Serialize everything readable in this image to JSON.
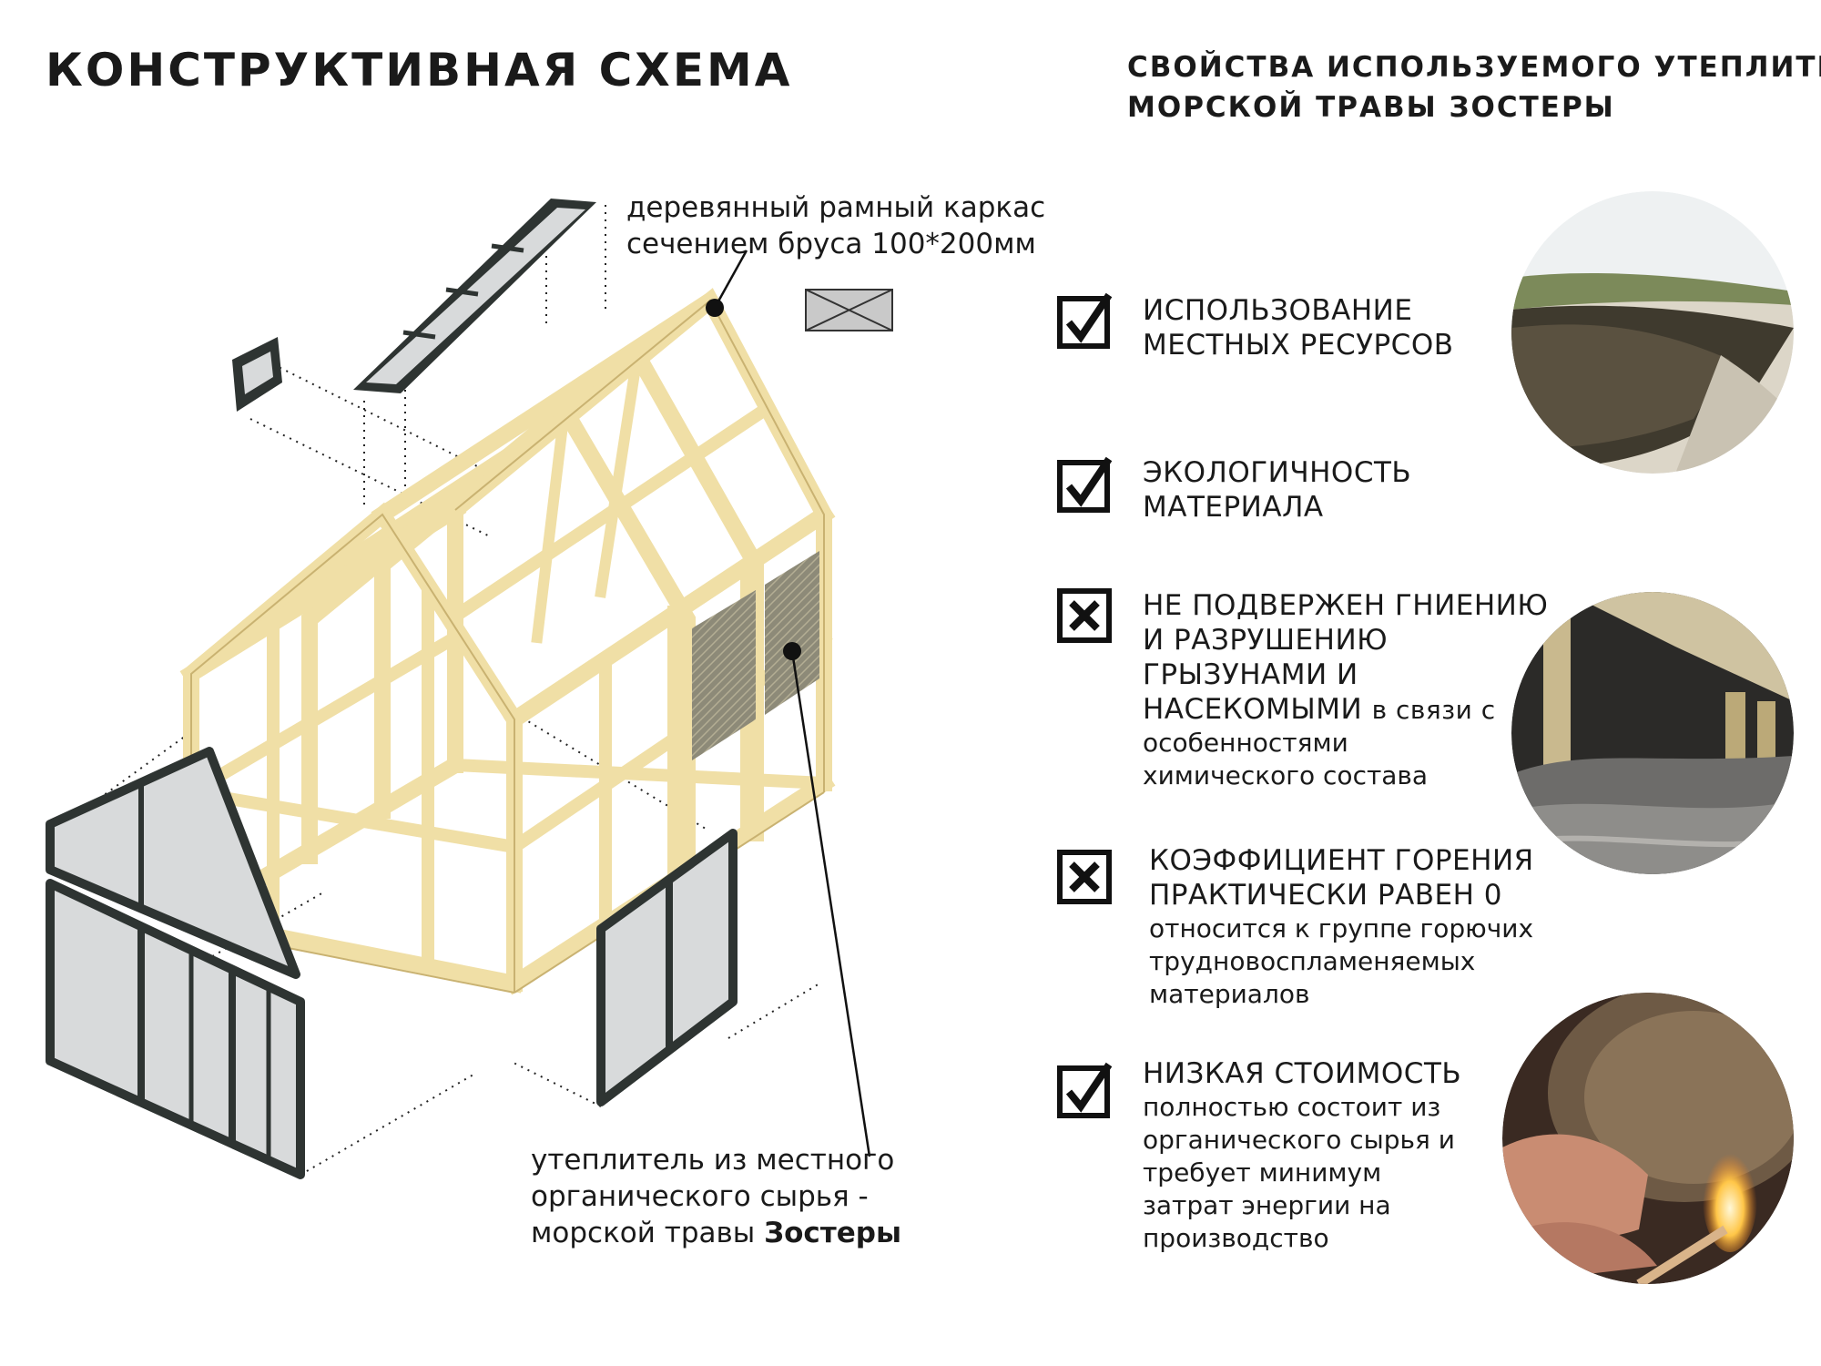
{
  "header": {
    "title_left": "КОНСТРУКТИВНАЯ СХЕМА",
    "title_right_line1": "СВОЙСТВА ИСПОЛЬЗУЕМОГО УТЕПЛИТЕЛЯ-",
    "title_right_line2": "МОРСКОЙ ТРАВЫ ЗОСТЕРЫ"
  },
  "diagram": {
    "frame_label_line1": "деревянный рамный каркас",
    "frame_label_line2": "сечением бруса 100*200мм",
    "insulation_label_line1": "утеплитель из местного",
    "insulation_label_line2": "органического сырья -",
    "insulation_label_line3_prefix": "морской травы ",
    "insulation_label_line3_bold": "Зостеры"
  },
  "properties": [
    {
      "check": "check",
      "heading_lines": [
        "ИСПОЛЬЗОВАНИЕ",
        "МЕСТНЫХ РЕСУРСОВ"
      ],
      "desc_lines": []
    },
    {
      "check": "check",
      "heading_lines": [
        "ЭКОЛОГИЧНОСТЬ",
        "МАТЕРИАЛА"
      ],
      "desc_lines": []
    },
    {
      "check": "cross",
      "heading_lines": [
        "НЕ ПОДВЕРЖЕН ГНИЕНИЮ",
        "И РАЗРУШЕНИЮ",
        "ГРЫЗУНАМИ И",
        "НАСЕКОМЫМИ"
      ],
      "desc_inline": "в связи с",
      "desc_lines": [
        "особенностями",
        "химического состава"
      ]
    },
    {
      "check": "cross",
      "heading_lines": [
        "КОЭФФИЦИЕНТ ГОРЕНИЯ",
        "ПРАКТИЧЕСКИ РАВЕН 0"
      ],
      "desc_lines": [
        "относится к группе горючих",
        "трудновоспламеняемых",
        "материалов"
      ]
    },
    {
      "check": "check",
      "heading_lines": [
        "НИЗКАЯ СТОИМОСТЬ"
      ],
      "desc_lines": [
        "полностью состоит из",
        "органического сырья и",
        "требует минимум",
        "затрат энергии на",
        "производство"
      ]
    }
  ],
  "colors": {
    "wood": "#f0dfa6",
    "wood_edge": "#c9b271",
    "glass_frame": "#2e3432",
    "glass_fill": "#d8dadb",
    "insulation": "#8d8a78"
  }
}
